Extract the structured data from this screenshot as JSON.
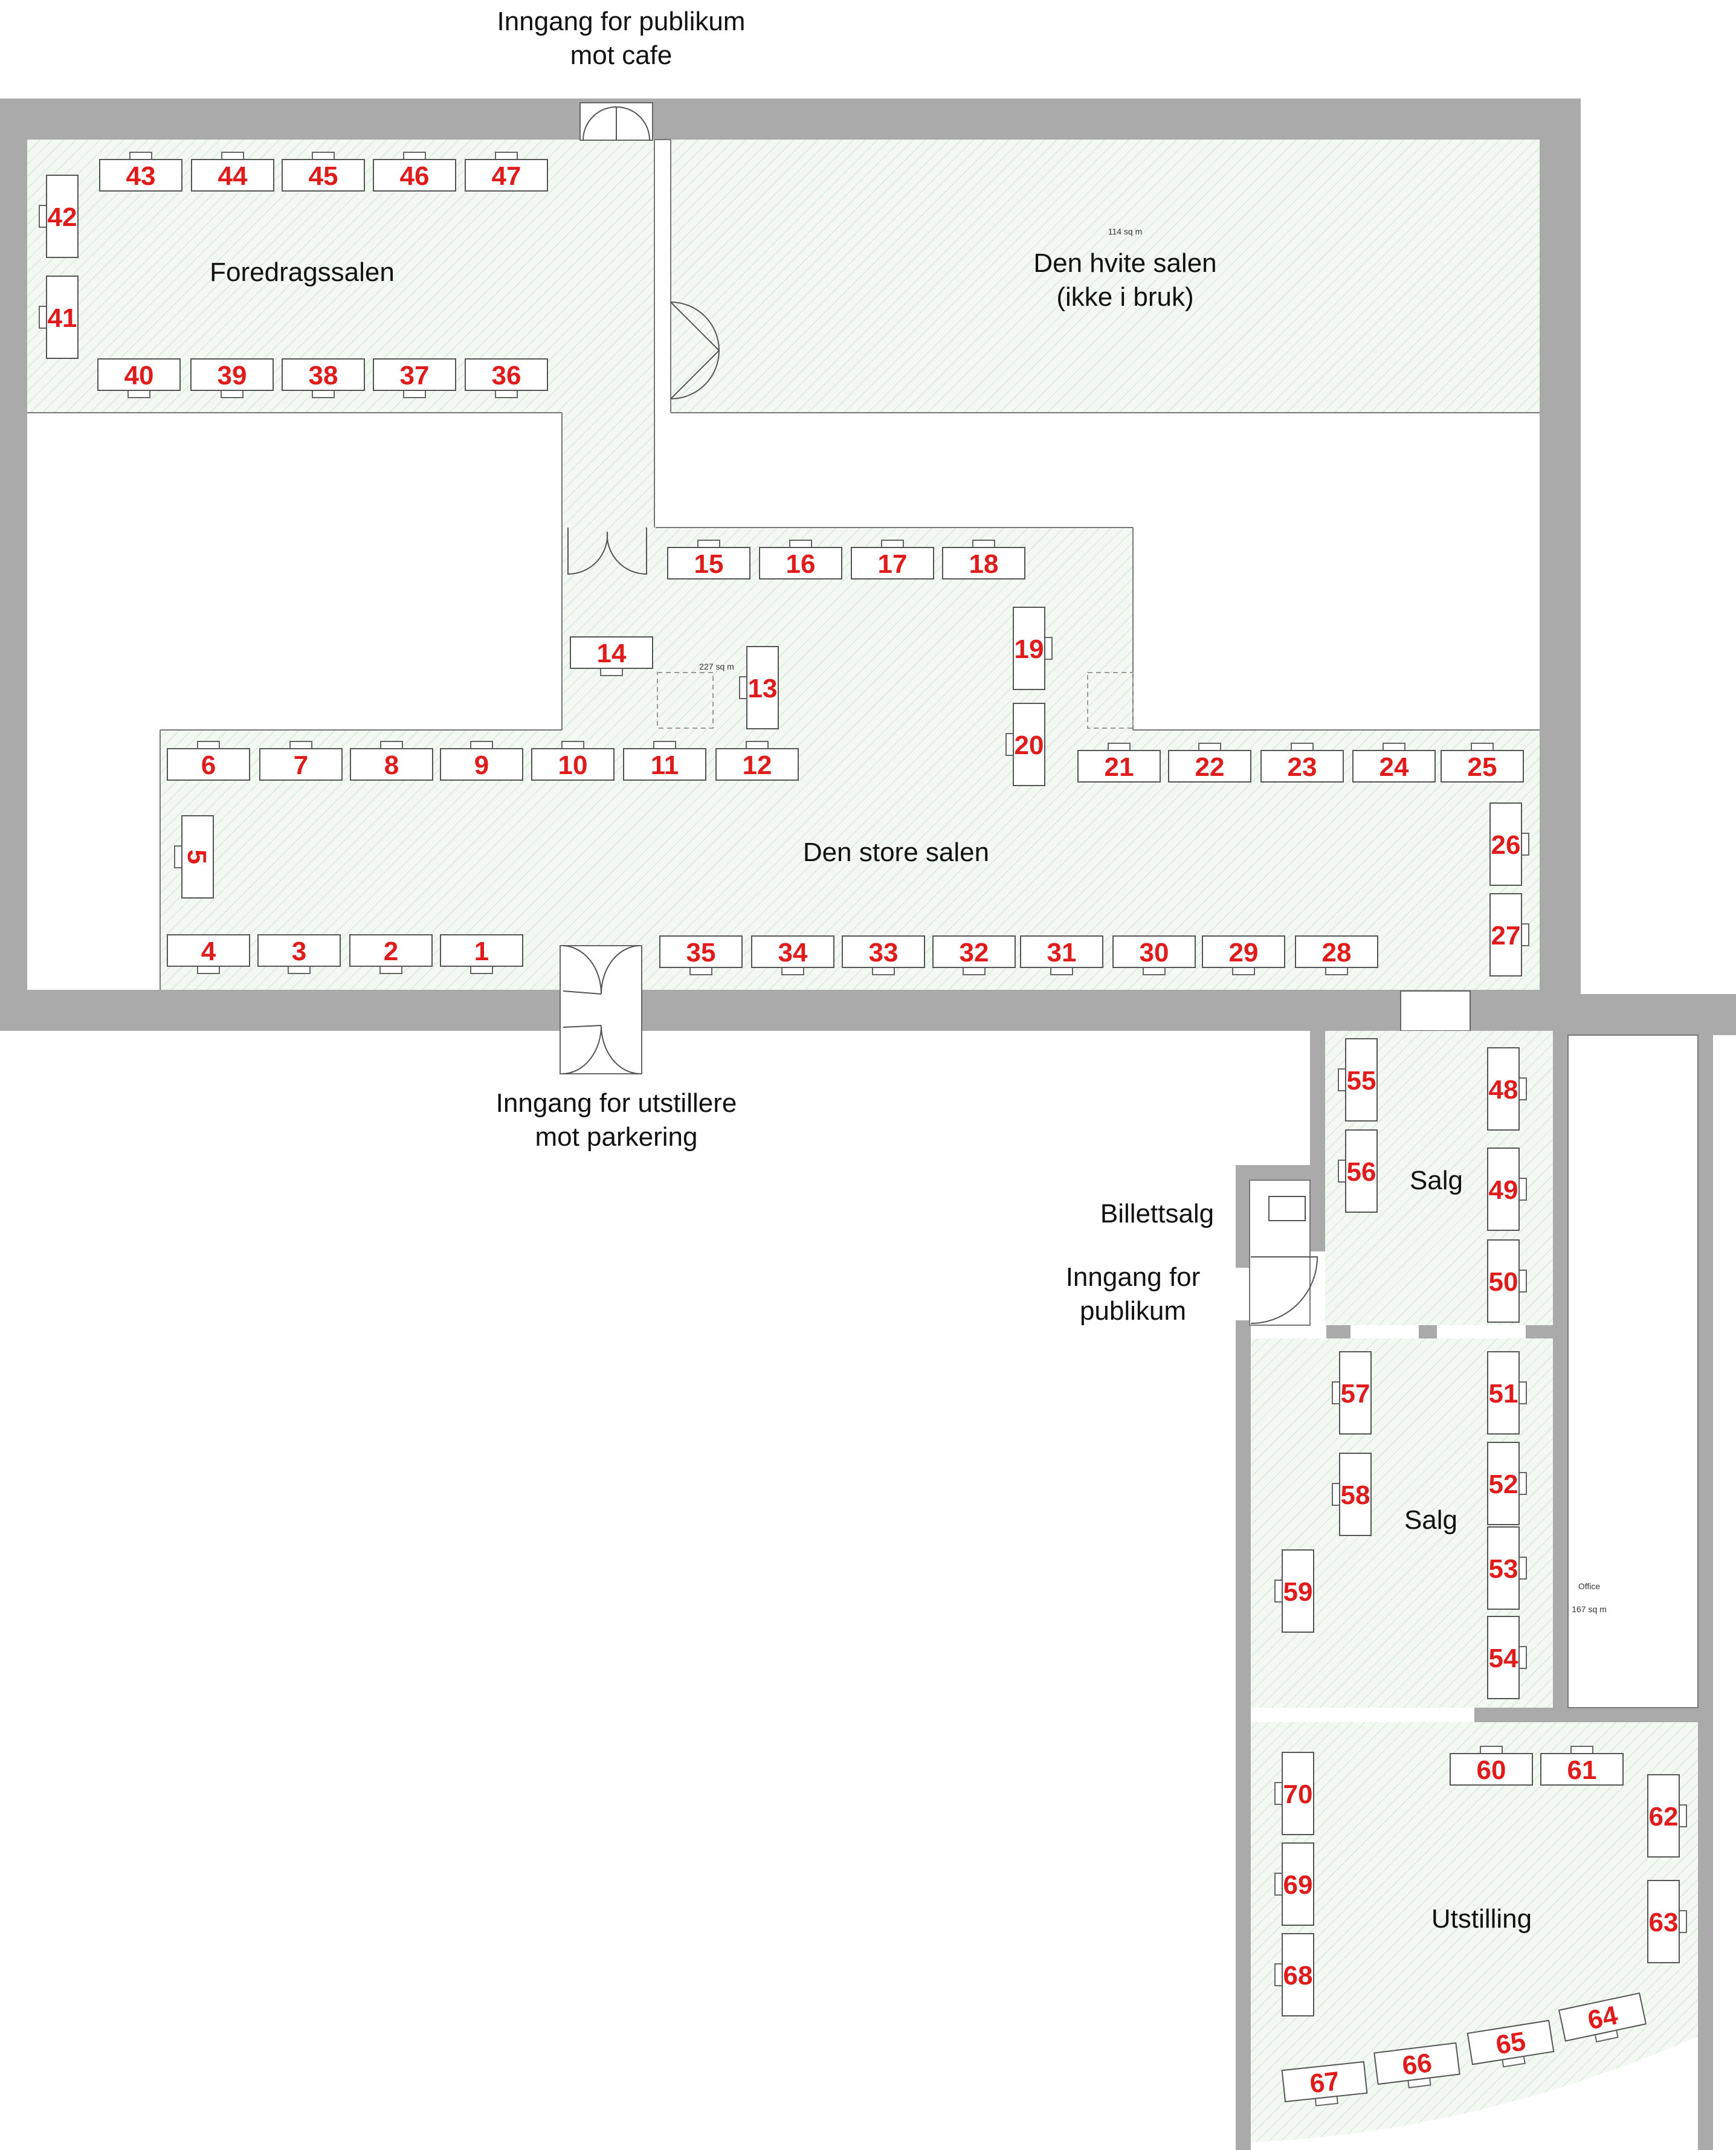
{
  "labels": {
    "entrance_top": [
      "Inngang for publikum",
      "mot cafe"
    ],
    "foredragssalen": "Foredragssalen",
    "hvite_salen": [
      "Den hvite salen",
      "(ikke i bruk)"
    ],
    "hvite_area": "114 sq m",
    "store_salen": "Den store salen",
    "store_area": "227 sq m",
    "entrance_bottom": [
      "Inngang for utstillere",
      "mot parkering"
    ],
    "billettsalg": "Billettsalg",
    "entrance_public": [
      "Inngang for",
      "publikum"
    ],
    "salg_upper": "Salg",
    "salg_lower": "Salg",
    "office": "Office",
    "office_area": "167 sq m",
    "utstilling": "Utstilling"
  },
  "tables": [
    {
      "n": "1"
    },
    {
      "n": "2"
    },
    {
      "n": "3"
    },
    {
      "n": "4"
    },
    {
      "n": "5"
    },
    {
      "n": "6"
    },
    {
      "n": "7"
    },
    {
      "n": "8"
    },
    {
      "n": "9"
    },
    {
      "n": "10"
    },
    {
      "n": "11"
    },
    {
      "n": "12"
    },
    {
      "n": "13"
    },
    {
      "n": "14"
    },
    {
      "n": "15"
    },
    {
      "n": "16"
    },
    {
      "n": "17"
    },
    {
      "n": "18"
    },
    {
      "n": "19"
    },
    {
      "n": "20"
    },
    {
      "n": "21"
    },
    {
      "n": "22"
    },
    {
      "n": "23"
    },
    {
      "n": "24"
    },
    {
      "n": "25"
    },
    {
      "n": "26"
    },
    {
      "n": "27"
    },
    {
      "n": "28"
    },
    {
      "n": "29"
    },
    {
      "n": "30"
    },
    {
      "n": "31"
    },
    {
      "n": "32"
    },
    {
      "n": "33"
    },
    {
      "n": "34"
    },
    {
      "n": "35"
    },
    {
      "n": "36"
    },
    {
      "n": "37"
    },
    {
      "n": "38"
    },
    {
      "n": "39"
    },
    {
      "n": "40"
    },
    {
      "n": "41"
    },
    {
      "n": "42"
    },
    {
      "n": "43"
    },
    {
      "n": "44"
    },
    {
      "n": "45"
    },
    {
      "n": "46"
    },
    {
      "n": "47"
    },
    {
      "n": "48"
    },
    {
      "n": "49"
    },
    {
      "n": "50"
    },
    {
      "n": "51"
    },
    {
      "n": "52"
    },
    {
      "n": "53"
    },
    {
      "n": "54"
    },
    {
      "n": "55"
    },
    {
      "n": "56"
    },
    {
      "n": "57"
    },
    {
      "n": "58"
    },
    {
      "n": "59"
    },
    {
      "n": "60"
    },
    {
      "n": "61"
    },
    {
      "n": "62"
    },
    {
      "n": "63"
    },
    {
      "n": "64"
    },
    {
      "n": "65"
    },
    {
      "n": "66"
    },
    {
      "n": "67"
    },
    {
      "n": "68"
    },
    {
      "n": "69"
    },
    {
      "n": "70"
    }
  ],
  "colors": {
    "table_number": "#e01b1b",
    "wall": "#aaaaaa",
    "floor_hatch": "#b9d8b9"
  }
}
